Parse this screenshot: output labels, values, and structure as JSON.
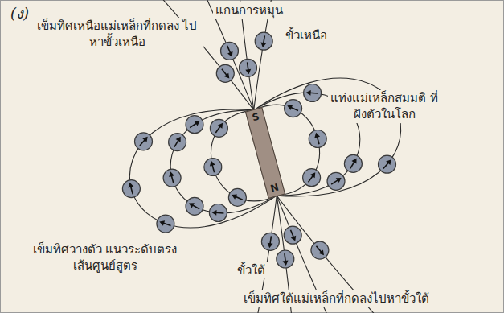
{
  "diagram": {
    "nodes": [
      {
        "text": [
          "S",
          "N"
        ]
      }
    ],
    "labels": [
      "(ง)",
      "แกนการหมุน",
      "เข็มทิศเหนือแม่เหล็กที่กดลง ไปหาขั้วเหนือ",
      "ขั้วเหนือ",
      "แท่งแม่เหล็กสมมติ ที่ฝังตัวในโลก",
      "เข็มทิศวางตัว แนวระดับตรงเส้นศูนย์สูตร",
      "ขั้วใต้",
      "เข็มทิศใต้แม่เหล็กที่กดลงไปหาขั้วใต้"
    ]
  }
}
